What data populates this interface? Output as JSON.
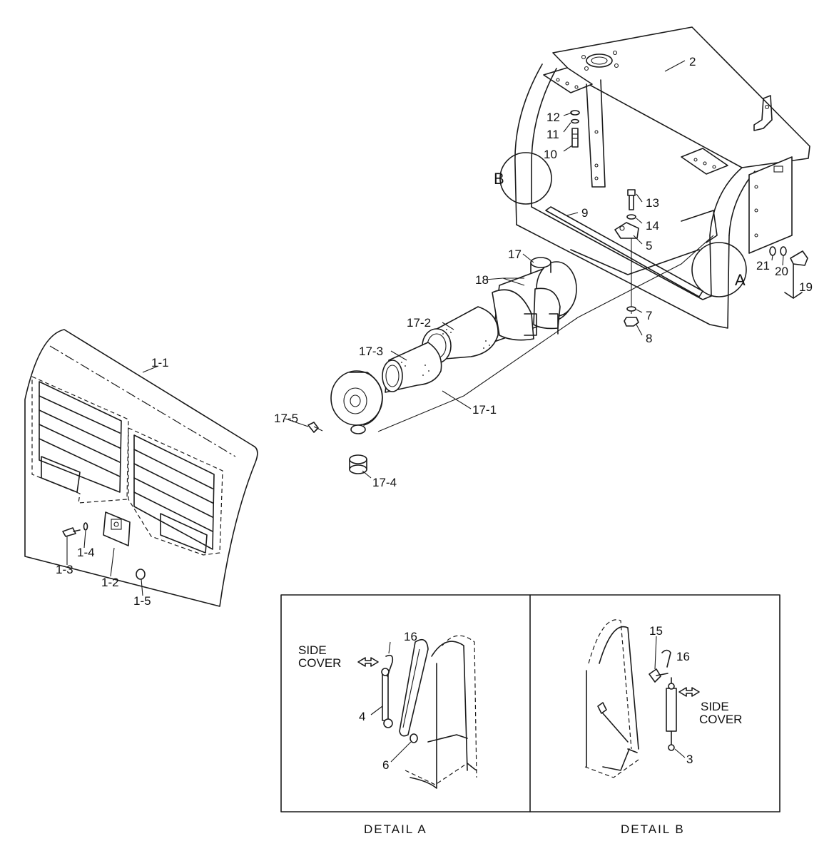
{
  "labels": {
    "p2": "2",
    "p12": "12",
    "p11": "11",
    "p10": "10",
    "pB": "B",
    "p13": "13",
    "p9": "9",
    "p14": "14",
    "p5": "5",
    "p17": "17",
    "p18": "18",
    "p21": "21",
    "p20": "20",
    "p19": "19",
    "pA": "A",
    "p17_2": "17-2",
    "p7": "7",
    "p8": "8",
    "p17_3": "17-3",
    "p1_1": "1-1",
    "p17_1": "17-1",
    "p17_5": "17-5",
    "p17_4": "17-4",
    "p1_4": "1-4",
    "p1_3": "1-3",
    "p1_2": "1-2",
    "p1_5": "1-5"
  },
  "detail_a": {
    "caption": "DETAIL  A",
    "p16": "16",
    "p4": "4",
    "p6": "6",
    "side": "SIDE",
    "cover": "COVER"
  },
  "detail_b": {
    "caption": "DETAIL  B",
    "p15": "15",
    "p16": "16",
    "p3": "3",
    "side": "SIDE",
    "cover": "COVER"
  }
}
